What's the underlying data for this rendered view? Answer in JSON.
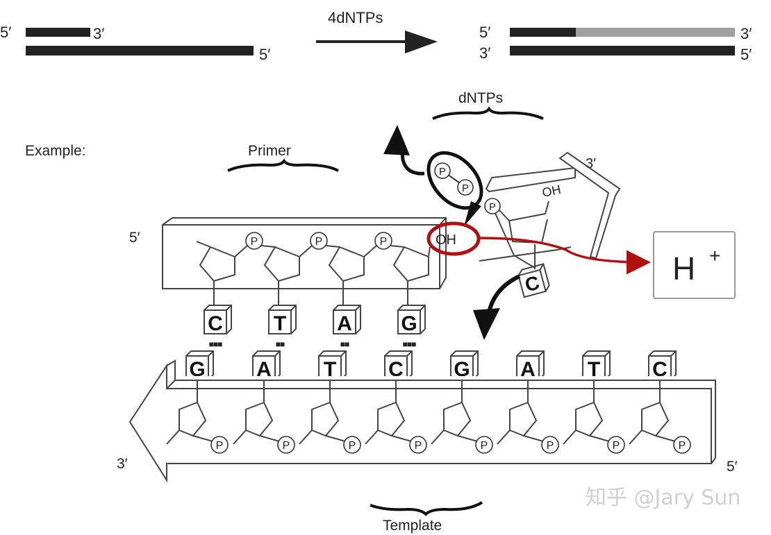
{
  "top_schematic": {
    "before": {
      "primer_5": "5′",
      "primer_3": "3′",
      "template_5": "5′"
    },
    "arrow_label": "4dNTPs",
    "after": {
      "top_5": "5′",
      "top_3": "3′",
      "bottom_3": "3′",
      "bottom_5": "5′"
    },
    "colors": {
      "strand": "#222222",
      "new_strand": "#a0a0a0"
    }
  },
  "labels": {
    "example": "Example:",
    "primer": "Primer",
    "dntps": "dNTPs",
    "template": "Template",
    "primer_5_end": "5′",
    "template_3_end": "3′",
    "template_5_end": "5′",
    "incoming_3": "3′",
    "incoming_oh": "OH",
    "primer_oh": "OH",
    "proton": "H",
    "proton_charge": "+",
    "phosphate": "P"
  },
  "primer_bases": [
    "C",
    "T",
    "A",
    "G"
  ],
  "hydrogen_bonds": [
    "■■■",
    "■■",
    "■■",
    "■■■"
  ],
  "template_bases": [
    "G",
    "A",
    "T",
    "C",
    "G",
    "A",
    "T",
    "C"
  ],
  "incoming_base": "C",
  "released_pyrophosphate": [
    "P",
    "P"
  ],
  "colors": {
    "highlight": "#b01010",
    "line": "#444444"
  },
  "watermark": "知乎 @Jary Sun"
}
